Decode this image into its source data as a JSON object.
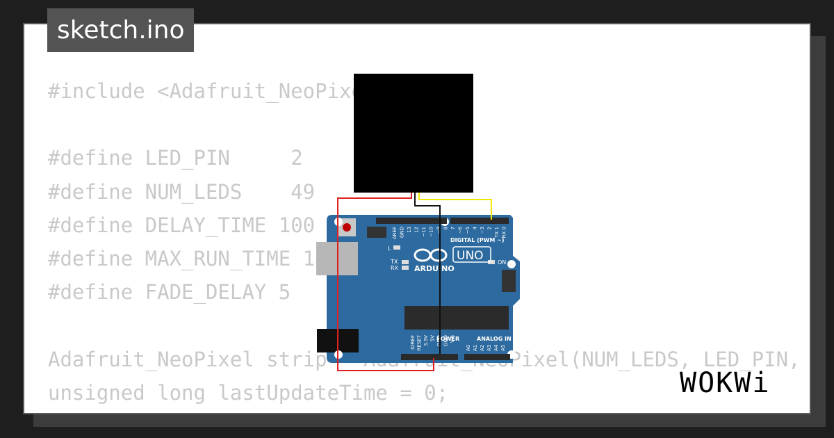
{
  "file": {
    "name": "sketch.ino"
  },
  "code": {
    "lines": [
      "#include <Adafruit_NeoPixel.h>",
      "",
      "#define LED_PIN     2",
      "#define NUM_LEDS    49",
      "#define DELAY_TIME 100",
      "#define MAX_RUN_TIME 1",
      "#define FADE_DELAY 5",
      "",
      "Adafruit_NeoPixel strip = Adafruit_NeoPixel(NUM_LEDS, LED_PIN, NEO_",
      "unsigned long lastUpdateTime = 0;"
    ]
  },
  "board": {
    "brand": "ARDUINO",
    "model": "UNO",
    "header_digital": "DIGITAL (PWM ~)",
    "header_power": "POWER",
    "header_analog": "ANALOG IN",
    "on_label": "ON",
    "tx_label": "TX",
    "rx_label": "RX",
    "l_label": "L",
    "digital_pins": [
      "AREF",
      "GND",
      "13",
      "12",
      "~11",
      "~10",
      "~9",
      "8",
      "7",
      "~6",
      "~5",
      "4",
      "~3",
      "2",
      "TX 1",
      "RX 0"
    ],
    "power_pins": [
      "IOREF",
      "RESET",
      "3.3V",
      "5V",
      "GND",
      "GND",
      "Vin"
    ],
    "analog_pins": [
      "A0",
      "A1",
      "A2",
      "A3",
      "A4",
      "A5"
    ],
    "colors": {
      "pcb": "#2d6a9f",
      "wire_red": "#e02020",
      "wire_black": "#111111",
      "wire_yellow": "#f2e600"
    }
  },
  "brand": {
    "logo": "WOKWi"
  }
}
